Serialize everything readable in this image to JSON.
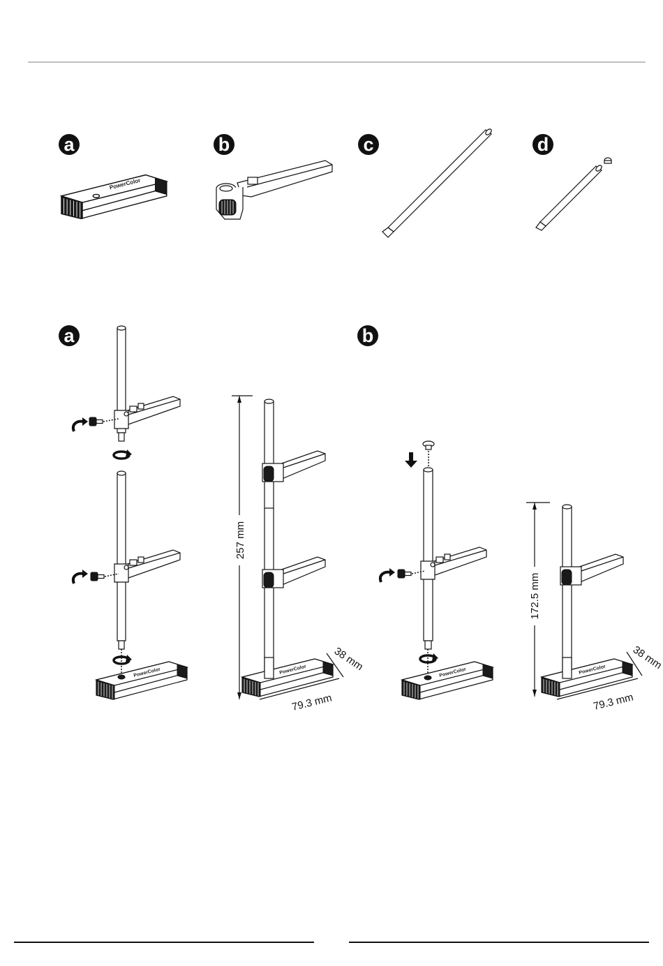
{
  "parts": {
    "a": {
      "label": "a",
      "logo": "PowerColor"
    },
    "b": {
      "label": "b"
    },
    "c": {
      "label": "c"
    },
    "d": {
      "label": "d"
    }
  },
  "assembly": {
    "a": {
      "label": "a",
      "logo": "PowerColor",
      "height": "257 mm",
      "width": "79.3 mm",
      "depth": "38 mm"
    },
    "b": {
      "label": "b",
      "logo": "PowerColor",
      "height": "172.5 mm",
      "width": "79.3 mm",
      "depth": "38 mm"
    }
  },
  "colors": {
    "ink": "#111111",
    "rule": "#9a9a9a",
    "paper": "#ffffff"
  }
}
